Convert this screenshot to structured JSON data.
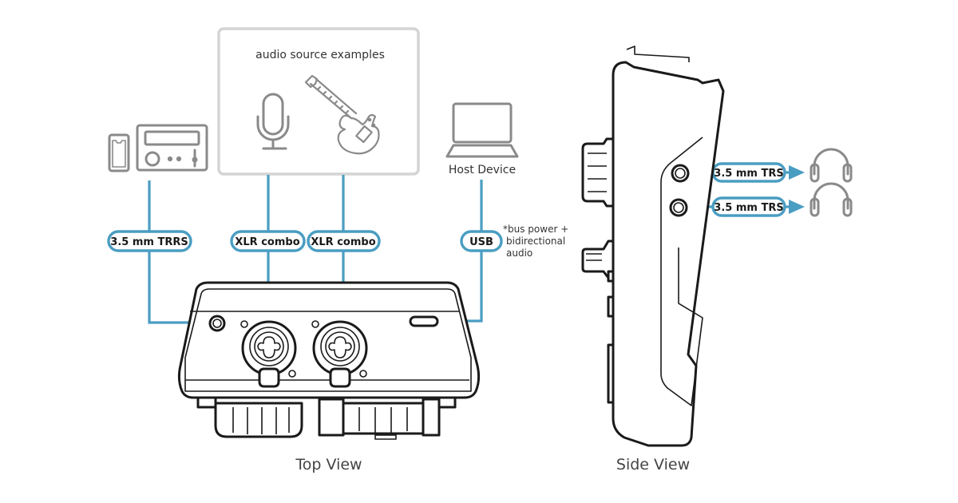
{
  "diagram": {
    "source_box": {
      "title": "audio source examples"
    },
    "host": {
      "label": "Host Device"
    },
    "connections": {
      "trrs": "3.5 mm TRRS",
      "xlr1": "XLR combo",
      "xlr2": "XLR combo",
      "usb": "USB",
      "trs1": "3.5 mm TRS",
      "trs2": "3.5 mm TRS"
    },
    "usb_note": [
      "*bus power +",
      "bidirectional",
      "audio"
    ],
    "captions": {
      "top_view": "Top View",
      "side_view": "Side View"
    },
    "icons": [
      "smartphone-icon",
      "stereo-receiver-icon",
      "microphone-icon",
      "electric-guitar-icon",
      "laptop-icon",
      "headphones-icon",
      "headphones-icon"
    ],
    "colors": {
      "connector": "#4a9dc2",
      "icon_gray": "#8a8a8a",
      "device_outline": "#1a1a1a"
    }
  }
}
